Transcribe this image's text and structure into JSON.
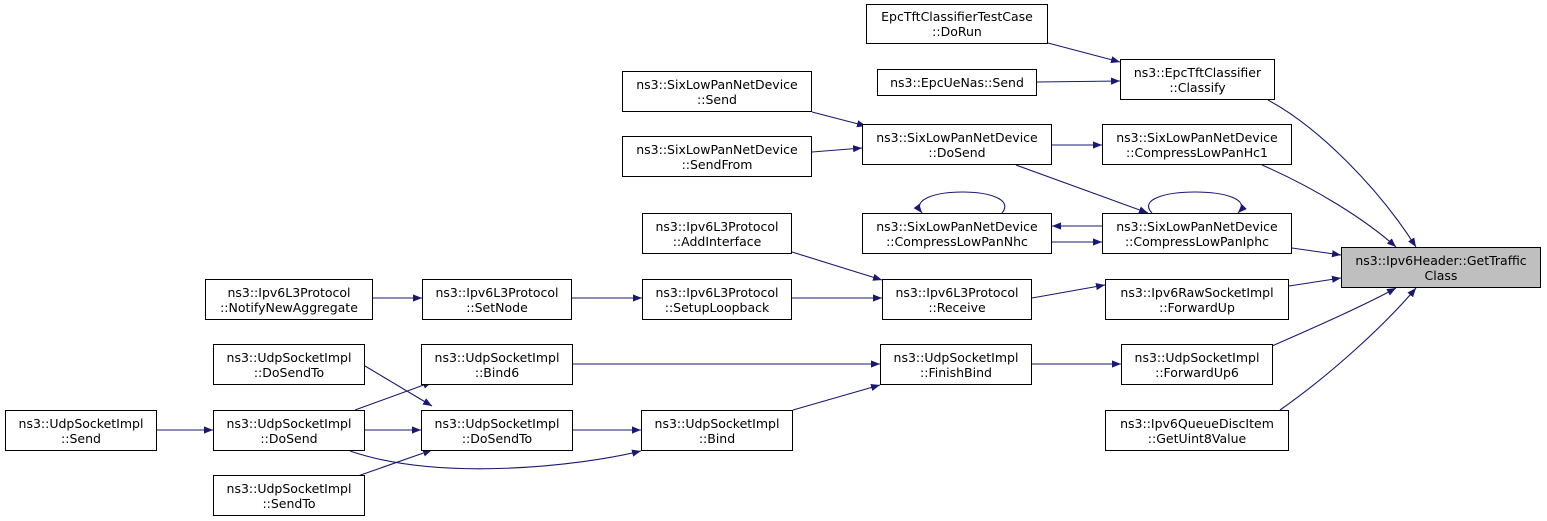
{
  "colors": {
    "edge": "#191970",
    "root_fill": "#bfbfbf",
    "node_fill": "#ffffff",
    "border": "#000000"
  },
  "nodes": {
    "root": {
      "line1": "ns3::Ipv6Header::GetTraffic",
      "line2": "Class"
    },
    "epc_test": {
      "line1": "EpcTftClassifierTestCase",
      "line2": "::DoRun"
    },
    "epc_classify": {
      "line1": "ns3::EpcTftClassifier",
      "line2": "::Classify"
    },
    "epcue_send": {
      "line1": "ns3::EpcUeNas::Send",
      "line2": ""
    },
    "slp_send": {
      "line1": "ns3::SixLowPanNetDevice",
      "line2": "::Send"
    },
    "slp_sendfrom": {
      "line1": "ns3::SixLowPanNetDevice",
      "line2": "::SendFrom"
    },
    "slp_dosend": {
      "line1": "ns3::SixLowPanNetDevice",
      "line2": "::DoSend"
    },
    "slp_hc1": {
      "line1": "ns3::SixLowPanNetDevice",
      "line2": "::CompressLowPanHc1"
    },
    "slp_nhc": {
      "line1": "ns3::SixLowPanNetDevice",
      "line2": "::CompressLowPanNhc"
    },
    "slp_iphc": {
      "line1": "ns3::SixLowPanNetDevice",
      "line2": "::CompressLowPanIphc"
    },
    "l3_addif": {
      "line1": "ns3::Ipv6L3Protocol",
      "line2": "::AddInterface"
    },
    "l3_notify": {
      "line1": "ns3::Ipv6L3Protocol",
      "line2": "::NotifyNewAggregate"
    },
    "l3_setnode": {
      "line1": "ns3::Ipv6L3Protocol",
      "line2": "::SetNode"
    },
    "l3_loopback": {
      "line1": "ns3::Ipv6L3Protocol",
      "line2": "::SetupLoopback"
    },
    "l3_receive": {
      "line1": "ns3::Ipv6L3Protocol",
      "line2": "::Receive"
    },
    "raw_forwardup": {
      "line1": "ns3::Ipv6RawSocketImpl",
      "line2": "::ForwardUp"
    },
    "udp_dosendto_l": {
      "line1": "ns3::UdpSocketImpl",
      "line2": "::DoSendTo"
    },
    "udp_bind6": {
      "line1": "ns3::UdpSocketImpl",
      "line2": "::Bind6"
    },
    "udp_finishbind": {
      "line1": "ns3::UdpSocketImpl",
      "line2": "::FinishBind"
    },
    "udp_forwardup6": {
      "line1": "ns3::UdpSocketImpl",
      "line2": "::ForwardUp6"
    },
    "udp_send": {
      "line1": "ns3::UdpSocketImpl",
      "line2": "::Send"
    },
    "udp_dosend": {
      "line1": "ns3::UdpSocketImpl",
      "line2": "::DoSend"
    },
    "udp_dosendto_m": {
      "line1": "ns3::UdpSocketImpl",
      "line2": "::DoSendTo"
    },
    "udp_bind": {
      "line1": "ns3::UdpSocketImpl",
      "line2": "::Bind"
    },
    "queue_getuint8": {
      "line1": "ns3::Ipv6QueueDiscItem",
      "line2": "::GetUint8Value"
    },
    "udp_sendto": {
      "line1": "ns3::UdpSocketImpl",
      "line2": "::SendTo"
    }
  }
}
